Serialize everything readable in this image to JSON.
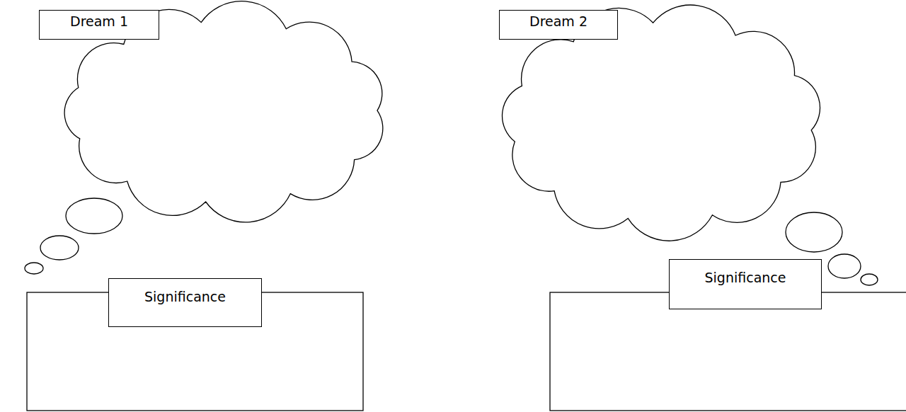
{
  "diagram": {
    "nodes": [
      {
        "text": [
          "Dream 1"
        ]
      },
      {
        "text": [
          "Significance"
        ]
      },
      {
        "text": [
          "Dream 2"
        ]
      },
      {
        "text": [
          "Significance"
        ]
      }
    ]
  }
}
